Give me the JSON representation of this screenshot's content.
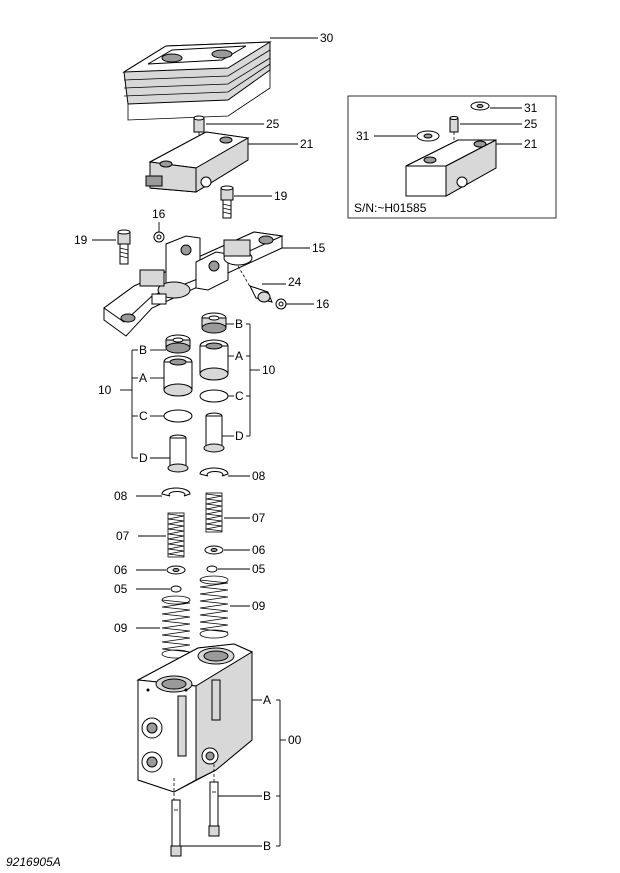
{
  "reference_code": "9216905A",
  "inset": {
    "serial_note": "S/N:~H01585",
    "callouts": [
      "31",
      "25",
      "21",
      "31"
    ]
  },
  "callouts": {
    "c30": "30",
    "c25": "25",
    "c21": "21",
    "c19a": "19",
    "c16a": "16",
    "c19b": "19",
    "c15": "15",
    "c24": "24",
    "c16b": "16",
    "c10l": "10",
    "c10r": "10",
    "cBl": "B",
    "cAl": "A",
    "cCl": "C",
    "cDl": "D",
    "cBr": "B",
    "cAr": "A",
    "cCr": "C",
    "cDr": "D",
    "c08r": "08",
    "c08l": "08",
    "c07l": "07",
    "c07r": "07",
    "c06r": "06",
    "c06l": "06",
    "c05l": "05",
    "c05r": "05",
    "c09r": "09",
    "c09l": "09",
    "c00": "00",
    "c00A": "A",
    "c00B1": "B",
    "c00B2": "B"
  }
}
